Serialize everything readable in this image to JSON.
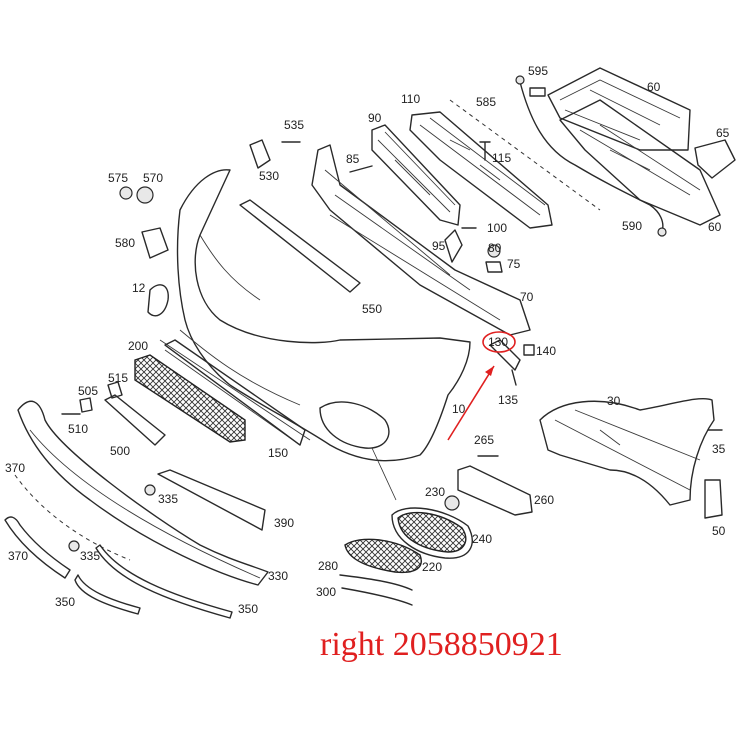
{
  "diagram": {
    "caption": "right 2058850921",
    "highlight_color": "#e02020",
    "highlighted_part": "130",
    "callouts": {
      "p595": "595",
      "p60a": "60",
      "p65": "65",
      "p60b": "60",
      "p590": "590",
      "p585": "585",
      "p110": "110",
      "p115": "115",
      "p90": "90",
      "p535": "535",
      "p530": "530",
      "p85": "85",
      "p575": "575",
      "p570": "570",
      "p580": "580",
      "p100": "100",
      "p95": "95",
      "p80": "80",
      "p75": "75",
      "p12": "12",
      "p550": "550",
      "p70": "70",
      "p130": "130",
      "p140": "140",
      "p200": "200",
      "p505": "505",
      "p515": "515",
      "p510": "510",
      "p135": "135",
      "p10": "10",
      "p30": "30",
      "p500": "500",
      "p150": "150",
      "p265": "265",
      "p35": "35",
      "p370a": "370",
      "p335a": "335",
      "p230": "230",
      "p260": "260",
      "p390": "390",
      "p50": "50",
      "p240": "240",
      "p370b": "370",
      "p335b": "335",
      "p280": "280",
      "p220": "220",
      "p330": "330",
      "p300": "300",
      "p350a": "350",
      "p350b": "350"
    }
  }
}
